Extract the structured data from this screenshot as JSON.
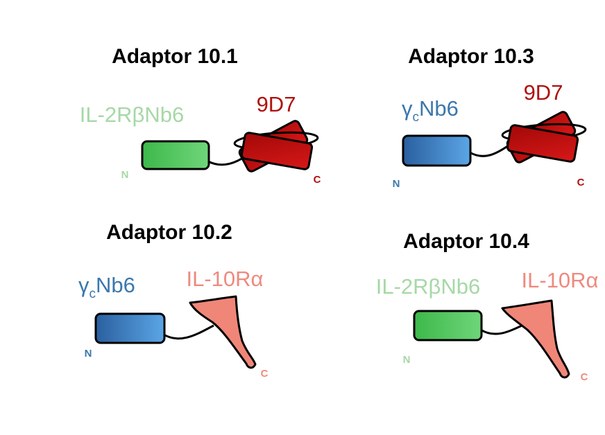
{
  "colors": {
    "green_label": "#a6d8a6",
    "blue_label": "#3a78ad",
    "red_label": "#b01010",
    "salmon_label": "#ee8a7e",
    "green_fill_start": "#3db84a",
    "green_fill_end": "#6fd67a",
    "blue_fill_start": "#2a5f9f",
    "blue_fill_end": "#5ba6e6",
    "red_fill": "#c20f0f",
    "salmon_fill": "#f08677"
  },
  "panels": [
    {
      "title": "Adaptor 10.1",
      "nanobody": "IL-2RβNb6",
      "cytokine": "9D7",
      "n_label": "N",
      "c_label": "C"
    },
    {
      "title": "Adaptor 10.3",
      "nanobody_main": "γ",
      "nanobody_sub": "c",
      "nanobody_rest": "Nb6",
      "cytokine": "9D7",
      "n_label": "N",
      "c_label": "C"
    },
    {
      "title": "Adaptor 10.2",
      "nanobody_main": "γ",
      "nanobody_sub": "c",
      "nanobody_rest": "Nb6",
      "cytokine": "IL-10Rα",
      "n_label": "N",
      "c_label": "C"
    },
    {
      "title": "Adaptor 10.4",
      "nanobody": "IL-2RβNb6",
      "cytokine": "IL-10Rα",
      "n_label": "N",
      "c_label": "C"
    }
  ]
}
